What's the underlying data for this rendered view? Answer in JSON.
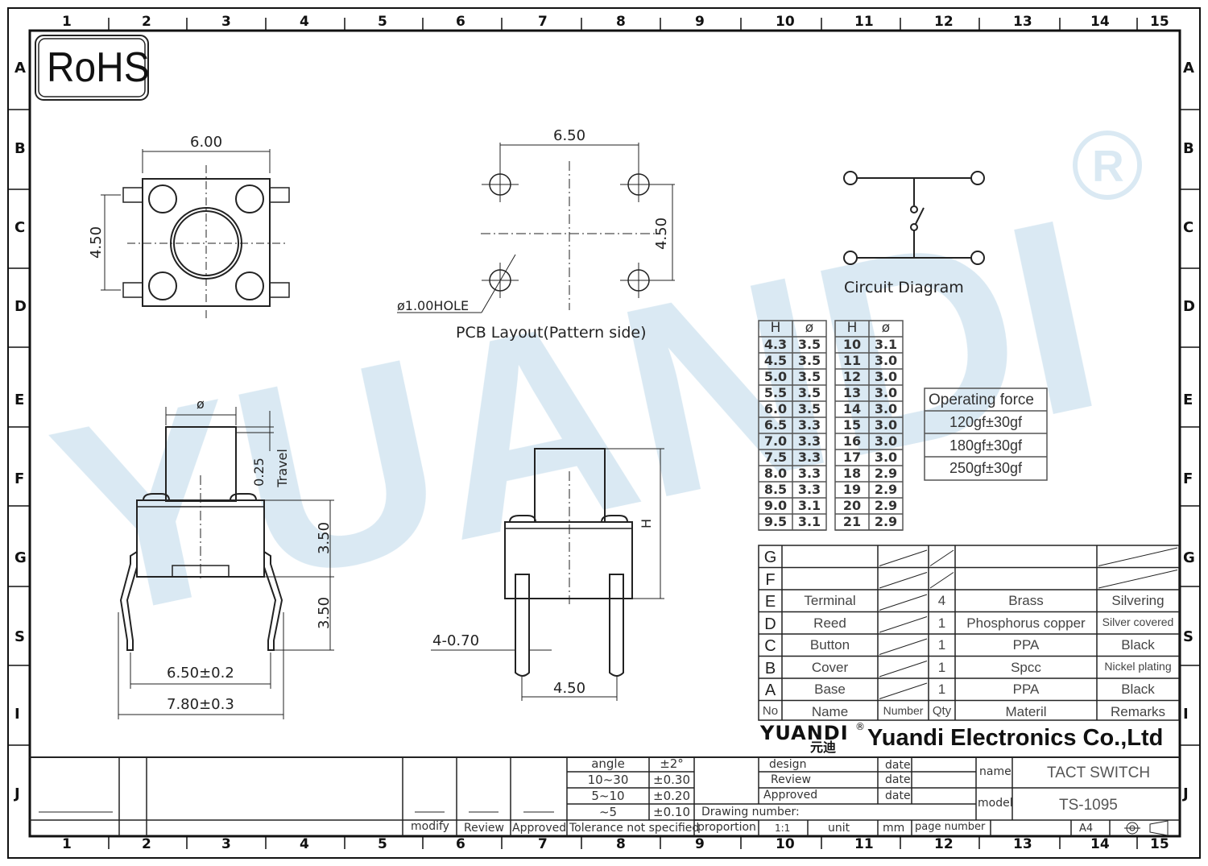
{
  "border": {
    "columns": [
      "1",
      "2",
      "3",
      "4",
      "5",
      "6",
      "7",
      "8",
      "9",
      "10",
      "11",
      "12",
      "13",
      "14",
      "15"
    ],
    "rows": [
      "A",
      "B",
      "C",
      "D",
      "E",
      "F",
      "G",
      "S",
      "I",
      "J"
    ]
  },
  "rohs": "RoHS",
  "watermark": {
    "text": "YUANDI",
    "registered": "®",
    "color": "#cfe3ef"
  },
  "top_view": {
    "width": "6.00",
    "height": "4.50"
  },
  "pcb": {
    "width": "6.50",
    "height": "4.50",
    "hole": "ø1.00HOLE",
    "caption": "PCB  Layout(Pattern  side)"
  },
  "circuit_caption": "Circuit  Diagram",
  "side_view": {
    "dia": "ø",
    "travel_value": "0.25",
    "travel": "Travel",
    "h1": "3.50",
    "h2": "3.50",
    "pitch": "6.50±0.2",
    "overall": "7.80±0.3"
  },
  "front_view": {
    "h": "H",
    "pins": "4-0.70",
    "pitch": "4.50"
  },
  "hd_table": {
    "headers": [
      "H",
      "ø"
    ],
    "left": [
      [
        "4.3",
        "3.5"
      ],
      [
        "4.5",
        "3.5"
      ],
      [
        "5.0",
        "3.5"
      ],
      [
        "5.5",
        "3.5"
      ],
      [
        "6.0",
        "3.5"
      ],
      [
        "6.5",
        "3.3"
      ],
      [
        "7.0",
        "3.3"
      ],
      [
        "7.5",
        "3.3"
      ],
      [
        "8.0",
        "3.3"
      ],
      [
        "8.5",
        "3.3"
      ],
      [
        "9.0",
        "3.1"
      ],
      [
        "9.5",
        "3.1"
      ]
    ],
    "right": [
      [
        "10",
        "3.1"
      ],
      [
        "11",
        "3.0"
      ],
      [
        "12",
        "3.0"
      ],
      [
        "13",
        "3.0"
      ],
      [
        "14",
        "3.0"
      ],
      [
        "15",
        "3.0"
      ],
      [
        "16",
        "3.0"
      ],
      [
        "17",
        "3.0"
      ],
      [
        "18",
        "2.9"
      ],
      [
        "19",
        "2.9"
      ],
      [
        "20",
        "2.9"
      ],
      [
        "21",
        "2.9"
      ]
    ]
  },
  "force": {
    "title": "Operating force",
    "values": [
      "120gf±30gf",
      "180gf±30gf",
      "250gf±30gf"
    ]
  },
  "bom": {
    "rows": [
      {
        "no": "G",
        "name": "",
        "qty": "",
        "material": "",
        "remarks": ""
      },
      {
        "no": "F",
        "name": "",
        "qty": "",
        "material": "",
        "remarks": ""
      },
      {
        "no": "E",
        "name": "Terminal",
        "qty": "4",
        "material": "Brass",
        "remarks": "Silvering"
      },
      {
        "no": "D",
        "name": "Reed",
        "qty": "1",
        "material": "Phosphorus copper",
        "remarks": "Silver covered"
      },
      {
        "no": "C",
        "name": "Button",
        "qty": "1",
        "material": "PPA",
        "remarks": "Black"
      },
      {
        "no": "B",
        "name": "Cover",
        "qty": "1",
        "material": "Spcc",
        "remarks": "Nickel plating"
      },
      {
        "no": "A",
        "name": "Base",
        "qty": "1",
        "material": "PPA",
        "remarks": "Black"
      }
    ],
    "header": {
      "no": "No",
      "name": "Name",
      "number": "Number",
      "qty": "Qty",
      "material": "Materil",
      "remarks": "Remarks"
    }
  },
  "company": {
    "logo": "YUANDI",
    "logo_cn": "元迪",
    "registered": "®",
    "name": "Yuandi Electronics Co.,Ltd"
  },
  "title_block": {
    "tolerance": [
      [
        "angle",
        "±2°"
      ],
      [
        "10~30",
        "±0.30"
      ],
      [
        "5~10",
        "±0.20"
      ],
      [
        "~5",
        "±0.10"
      ]
    ],
    "tolerance_label": "Tolerance not specified",
    "modify": "modify",
    "review": "Review",
    "approved": "Approved",
    "design": "design",
    "review2": "Review",
    "approved2": "Approved",
    "date": "date",
    "name_label": "name",
    "name_value": "TACT SWITCH",
    "model_label": "model",
    "model_value": "TS-1095",
    "drawing_number": "Drawing number:",
    "proportion": "proportion",
    "scale": "1:1",
    "unit": "unit",
    "mm": "mm",
    "page_number": "page number",
    "paper": "A4"
  }
}
